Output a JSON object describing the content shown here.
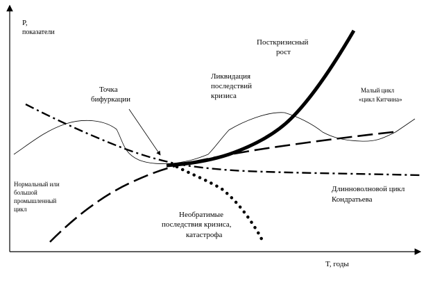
{
  "axes": {
    "y_label_line1": "P,",
    "y_label_line2": "показатели",
    "x_label": "T, годы"
  },
  "labels": {
    "bifurcation_line1": "Точка",
    "bifurcation_line2": "бифуркации",
    "post_crisis_line1": "Посткризисный",
    "post_crisis_line2": "рост",
    "liquidation_line1": "Ликвидация",
    "liquidation_line2": "последствий",
    "liquidation_line3": "кризиса",
    "small_cycle_line1": "Малый цикл",
    "small_cycle_line2": "«цикл Китчина»",
    "normal_cycle_line1": "Нормальный или",
    "normal_cycle_line2": "большой",
    "normal_cycle_line3": "промышленный",
    "normal_cycle_line4": "цикл",
    "long_wave_line1": "Длинноволновой  цикл",
    "long_wave_line2": "Кондратьева",
    "irreversible_line1": "Необратимые",
    "irreversible_line2": "последствия кризиса,",
    "irreversible_line3": "катастрофа"
  },
  "colors": {
    "ink": "#000000",
    "background": "#ffffff"
  }
}
